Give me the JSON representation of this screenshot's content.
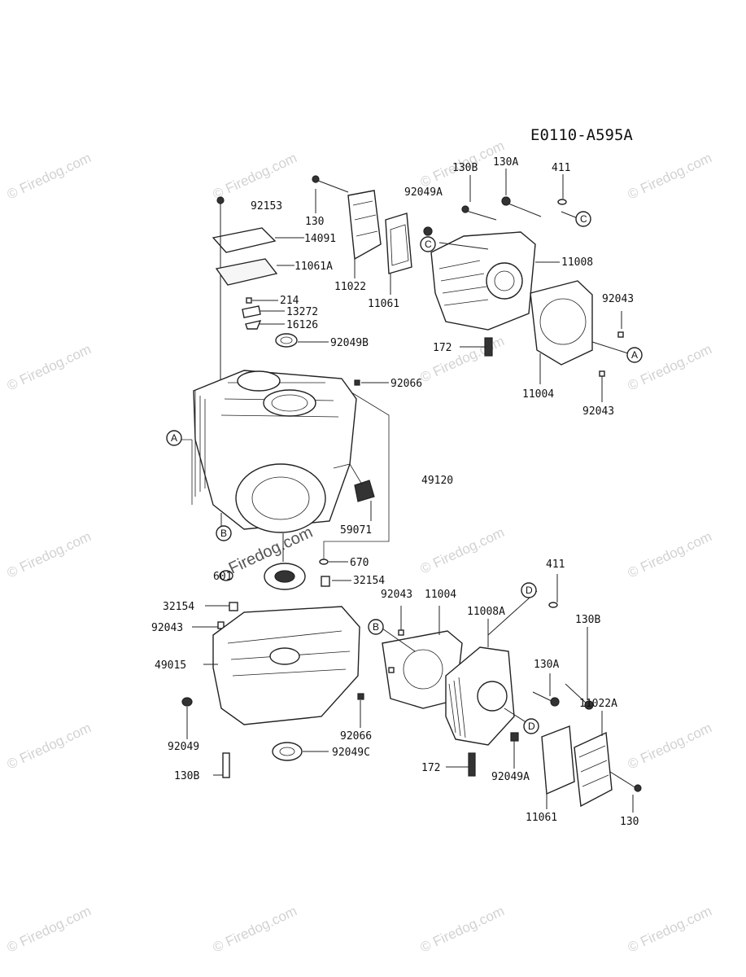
{
  "diagram_code": "E0110-A595A",
  "watermark": "© Firedog.com",
  "watermark_center": "Firedog.com",
  "callouts": {
    "A": "A",
    "B": "B",
    "C": "C",
    "D": "D"
  },
  "labels": {
    "p92153": "92153",
    "p14091": "14091",
    "p11061A": "11061A",
    "p214": "214",
    "p13272": "13272",
    "p16126": "16126",
    "p92049B": "92049B",
    "p92066a": "92066",
    "p49120": "49120",
    "p59071": "59071",
    "p670": "670",
    "p32154a": "32154",
    "p601": "601",
    "p32154b": "32154",
    "p92043c": "92043",
    "p49015": "49015",
    "p92049": "92049",
    "p92066b": "92066",
    "p92049C": "92049C",
    "p130Bbl": "130B",
    "p130tl": "130",
    "p11022": "11022",
    "p11061tl": "11061",
    "p92049Atop": "92049A",
    "p130Btop": "130B",
    "p130Atop": "130A",
    "p411top": "411",
    "p11008": "11008",
    "p92043a": "92043",
    "p172top": "172",
    "p11004top": "11004",
    "p92043b": "92043",
    "p411bot": "411",
    "p92043d": "92043",
    "p11004bot": "11004",
    "p11008A": "11008A",
    "p130Bbr": "130B",
    "p130Abr": "130A",
    "p11022A": "11022A",
    "p172bot": "172",
    "p92049Abot": "92049A",
    "p11061bot": "11061",
    "p130br": "130"
  }
}
